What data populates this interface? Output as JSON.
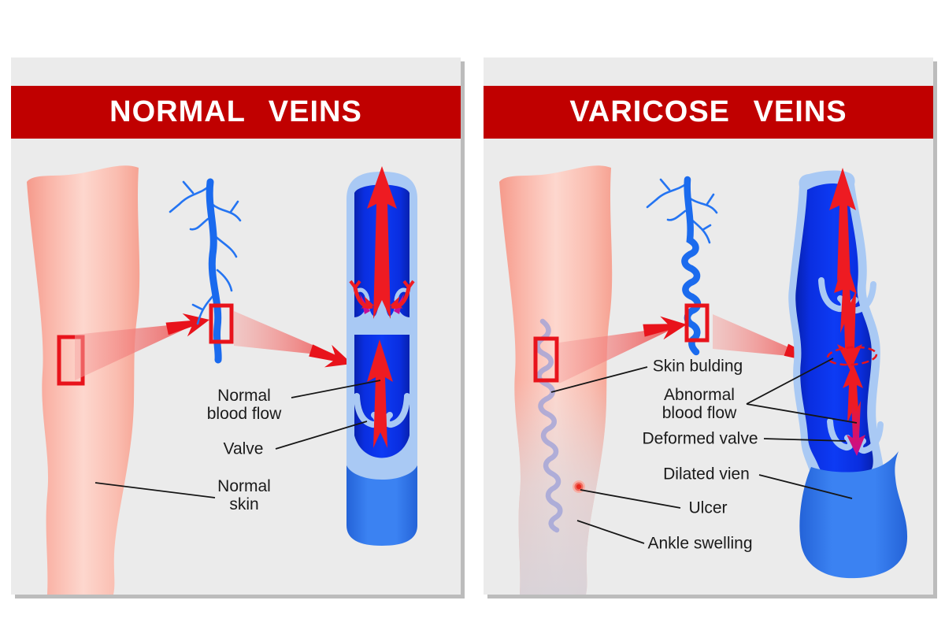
{
  "figure": {
    "panels": [
      {
        "id": "normal",
        "title": "NORMAL VEINS",
        "labels": {
          "blood_flow": "Normal\nblood flow",
          "valve": "Valve",
          "skin": "Normal\nskin"
        }
      },
      {
        "id": "varicose",
        "title": "VARICOSE VEINS",
        "labels": {
          "skin_bulging": "Skin bulding",
          "blood_flow": "Abnormal\nblood flow",
          "valve": "Deformed valve",
          "dilated": "Dilated vien",
          "ulcer": "Ulcer",
          "ankle": "Ankle swelling"
        }
      }
    ],
    "colors": {
      "banner": "#c00000",
      "panel_bg": "#ebebeb",
      "arrow_red": "#ee1b22",
      "vein_blue": "#1b6bee",
      "vein_wall": "#a9c9f4",
      "vein_interior": "#0c34e8",
      "vein_solid": "#3b82f2",
      "magenta": "#c50d96",
      "skin_pink": "#f9b9ac",
      "label_text": "#1a1a1a"
    }
  }
}
